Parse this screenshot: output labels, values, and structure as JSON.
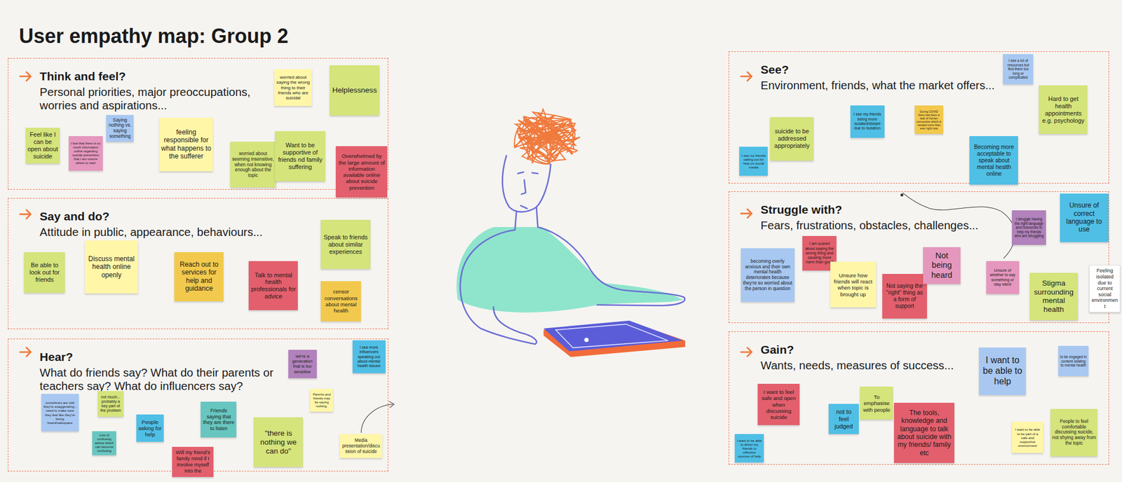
{
  "diagram": {
    "title": "User empathy map: Group 2",
    "nodes": [
      {
        "text": [
          "Think and feel?",
          "Personal priorities, major preoccupations, worries and aspirations..."
        ]
      },
      {
        "text": [
          "Feel like I can be open about suicide"
        ],
        "in": 0
      },
      {
        "text": [
          "I feel that there is so much information online regarding suicide prevention that I am unsure where to start"
        ],
        "in": 0
      },
      {
        "text": [
          "Saying nothing vs. saying something"
        ],
        "in": 0
      },
      {
        "text": [
          "feeling responsible for what happens to the sufferer"
        ],
        "in": 0
      },
      {
        "text": [
          "worried about saying the wrong thing to their friends who are suicidal"
        ],
        "in": 0
      },
      {
        "text": [
          "Helplessness"
        ],
        "in": 0
      },
      {
        "text": [
          "worried about seeming insensitive, when not knowing enough about the topic"
        ],
        "in": 0
      },
      {
        "text": [
          "Want to be supportive of friends nd family suffering"
        ],
        "in": 0
      },
      {
        "text": [
          "Overwhelmed by the large amount of information available online about suicide prevention"
        ],
        "in": 0
      },
      {
        "text": [
          "Say and do?",
          "Attitude in public, appearance, behaviours..."
        ]
      },
      {
        "text": [
          "Be able to look out for friends"
        ],
        "in": 10
      },
      {
        "text": [
          "Discuss mental health online openly"
        ],
        "in": 10
      },
      {
        "text": [
          "Reach out to services for help and guidance"
        ],
        "in": 10
      },
      {
        "text": [
          "Talk to mental health professionals for advice"
        ],
        "in": 10
      },
      {
        "text": [
          "Speak to friends about similar experiences"
        ],
        "in": 10
      },
      {
        "text": [
          "censor conversations about mental health"
        ],
        "in": 10
      },
      {
        "text": [
          "Hear?",
          "What do friends say? What do their parents or teachers say? What do influencers say?"
        ]
      },
      {
        "text": [
          "sometimes are told they're exaggerating - need to make sure they feel like they're being heard/safespace"
        ],
        "in": 17
      },
      {
        "text": [
          "not much... probably a key part of the problem"
        ],
        "in": 17
      },
      {
        "text": [
          "Lots of confusing advice which can become confusing"
        ],
        "in": 17
      },
      {
        "text": [
          "People asking for help"
        ],
        "in": 17
      },
      {
        "text": [
          "Friends saying that they are there to listen"
        ],
        "in": 17
      },
      {
        "text": [
          "Will my friend's family mind if I involve myself into the"
        ],
        "in": 17
      },
      {
        "text": [
          "\"there is nothing we can do\""
        ],
        "in": 17
      },
      {
        "text": [
          "we're a generation that is too sensitive"
        ],
        "in": 17
      },
      {
        "text": [
          "Parents and friends may be saying nothing."
        ],
        "in": 17
      },
      {
        "text": [
          "I see more influencers speaking out about mental health issues"
        ],
        "in": 17
      },
      {
        "text": [
          "Media presentation/discussion of suicide"
        ],
        "in": 17
      },
      {
        "text": [
          "See?",
          "Environment, friends, what the market offers..."
        ]
      },
      {
        "text": [
          "I see my friends calling out for help on social media"
        ],
        "in": 29
      },
      {
        "text": [
          "suicide to be addressed appropriately"
        ],
        "in": 29
      },
      {
        "text": [
          "I see my friends being more isolated/distant due to isolation"
        ],
        "in": 29
      },
      {
        "text": [
          "During COVID there has been a lack of human connection which is needed more than ever right now"
        ],
        "in": 29
      },
      {
        "text": [
          "I see a lot of resources but find them too long or complicated"
        ],
        "in": 29
      },
      {
        "text": [
          "Hard to get health appointments e.g. psychology"
        ],
        "in": 29
      },
      {
        "text": [
          "Becoming more acceptable to speak about mental health online"
        ],
        "in": 29
      },
      {
        "text": [
          "Struggle with?",
          "Fears, frustrations, obstacles, challenges..."
        ]
      },
      {
        "text": [
          "becoming overly anxious and their own mental health deteriorates because they're so worried about the person in question"
        ],
        "in": 37
      },
      {
        "text": [
          "I am scared about saying the wrong thing and causing more harm than good"
        ],
        "in": 37
      },
      {
        "text": [
          "Unsure how friends will react when topic is brought up"
        ],
        "in": 37
      },
      {
        "text": [
          "Not saying the \"right\" thing as a form of support"
        ],
        "in": 37
      },
      {
        "text": [
          "Not being heard"
        ],
        "in": 37
      },
      {
        "text": [
          "Unsure of whether to say something or stay silent"
        ],
        "in": 37
      },
      {
        "text": [
          "I struggle having the right language and resources to help my friends who are struggling"
        ],
        "in": 37
      },
      {
        "text": [
          "Unsure of correct language to use"
        ],
        "in": 37
      },
      {
        "text": [
          "Stigma surrounding mental health"
        ],
        "in": 37
      },
      {
        "text": [
          "Feeling isolated due to current social environment"
        ],
        "in": 37
      },
      {
        "text": [
          "Gain?",
          "Wants, needs, measures of success..."
        ]
      },
      {
        "text": [
          "I want to feel safe and open when discussing suicide"
        ],
        "in": 48
      },
      {
        "text": [
          "I want to be able to direct my friends to effective sources of help"
        ],
        "in": 48
      },
      {
        "text": [
          "not to feel judged"
        ],
        "in": 48
      },
      {
        "text": [
          "To emphasise with people"
        ],
        "in": 48
      },
      {
        "text": [
          "The tools, knowledge and language to talk about suicide with my friends/ family etc"
        ],
        "in": 48
      },
      {
        "text": [
          "I want to be able to help"
        ],
        "in": 48
      },
      {
        "text": [
          "to be engaged in content relating to mental health"
        ],
        "in": 48
      },
      {
        "text": [
          "I want to be able to be part of a safe and supportive environment"
        ],
        "in": 48
      },
      {
        "text": [
          "People to feel comfortable discussing suicide, not shying away from the topic"
        ],
        "in": 48
      }
    ]
  }
}
